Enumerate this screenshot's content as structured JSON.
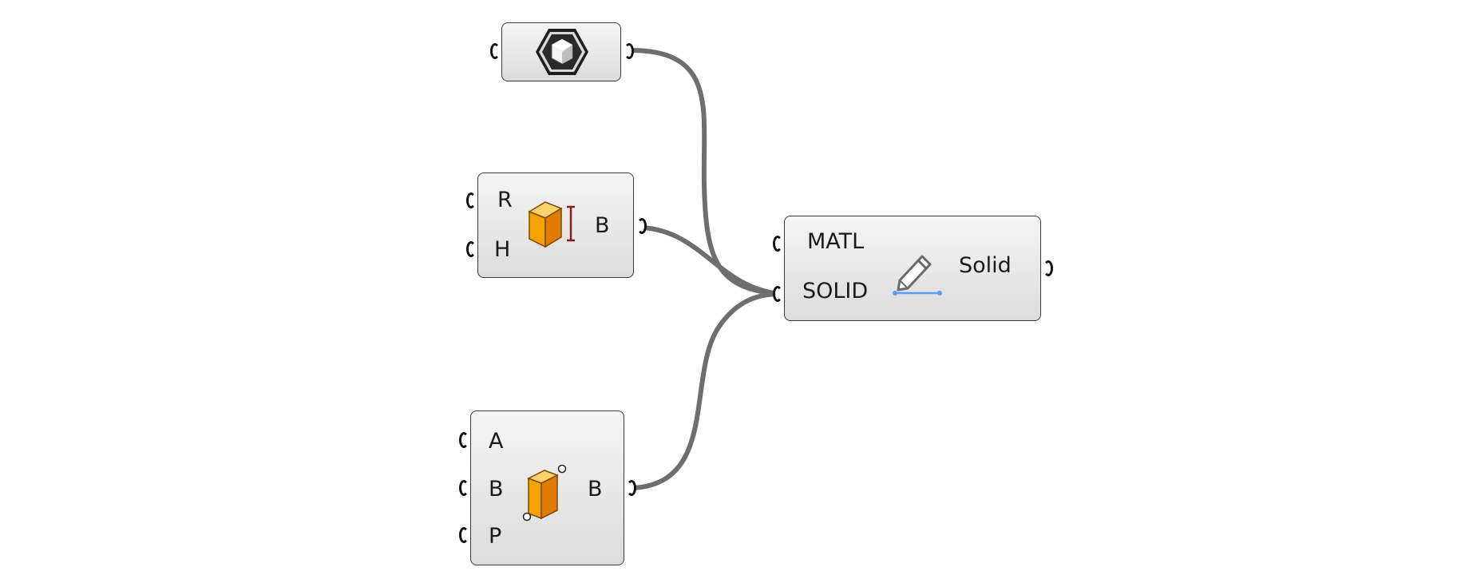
{
  "components": {
    "material_param": {
      "icon": "hexagon-box-icon"
    },
    "cylinder": {
      "inputs": [
        "R",
        "H"
      ],
      "output": "B",
      "icon": "cylinder-box-icon"
    },
    "box_two_points": {
      "inputs": [
        "A",
        "B",
        "P"
      ],
      "output": "B",
      "icon": "box-two-points-icon"
    },
    "solid_writer": {
      "inputs": [
        "MATL",
        "SOLID"
      ],
      "output": "Solid",
      "icon": "pencil-icon"
    }
  },
  "colors": {
    "wire": "#6e6e6e",
    "component_border": "#3a3a3a",
    "component_fill": "#e6e6e6",
    "box_orange": "#f5a200",
    "pencil_underline": "#5b9bf0"
  }
}
